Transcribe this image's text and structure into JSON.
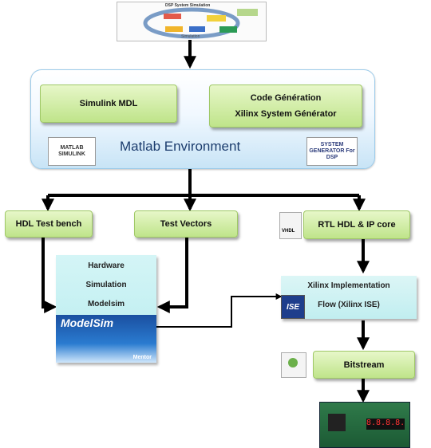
{
  "top_graphic": {
    "title": "DSP System Simulation",
    "caption": "Simulation"
  },
  "simulink_mdl": "Simulink MDL",
  "code_gen": {
    "line1": "Code Génération",
    "line2": "Xilinx System Générator"
  },
  "env_title": "Matlab Environment",
  "matlab_logo": "MATLAB SIMULINK",
  "sysgen_logo": "SYSTEM GENERATOR For DSP",
  "hdl_test_bench": "HDL Test bench",
  "test_vectors": "Test Vectors",
  "rtl_hdl": "RTL HDL & IP core",
  "vhdl_icon_label": "VHDL",
  "hw_sim": {
    "line1": "Hardware",
    "line2": "Simulation",
    "line3": "Modelsim"
  },
  "modelsim_banner": {
    "title": "ModelSim",
    "maker": "Mentor"
  },
  "xilinx_impl": {
    "line1": "Xilinx Implementation",
    "line2": "Flow (Xilinx ISE)"
  },
  "ise_logo": "ISE",
  "bitstream": "Bitstream",
  "board_display": "8.8.8.8."
}
